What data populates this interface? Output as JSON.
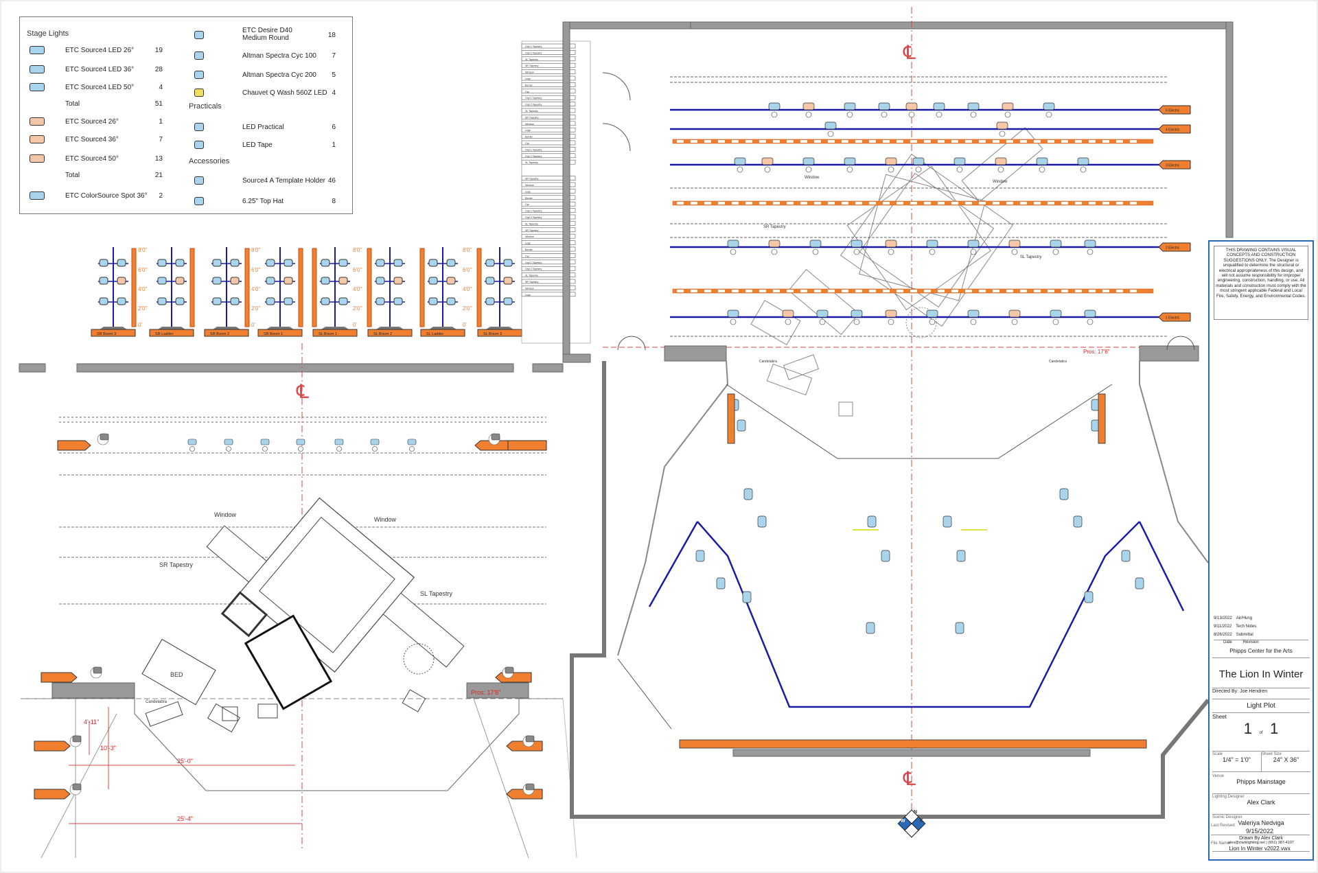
{
  "legend": {
    "groups": {
      "stage_lights": "Stage Lights",
      "practicals": "Practicals",
      "accessories": "Accessories"
    },
    "left_items": [
      {
        "name": "ETC Source4 LED 26°",
        "count": "19",
        "icon": "led-fixture-icon"
      },
      {
        "name": "ETC Source4 LED 36°",
        "count": "28",
        "icon": "led-fixture-icon"
      },
      {
        "name": "ETC Source4 LED 50°",
        "count": "4",
        "icon": "led-fixture-icon"
      },
      {
        "name": "Total",
        "count": "51",
        "icon": ""
      },
      {
        "name": "ETC Source4 26°",
        "count": "1",
        "icon": "ellipsoidal-icon"
      },
      {
        "name": "ETC Source4 36°",
        "count": "7",
        "icon": "ellipsoidal-icon"
      },
      {
        "name": "ETC Source4 50°",
        "count": "13",
        "icon": "ellipsoidal-icon"
      },
      {
        "name": "Total",
        "count": "21",
        "icon": ""
      },
      {
        "name": "ETC ColorSource Spot 36°",
        "count": "2",
        "icon": "colorsource-icon"
      }
    ],
    "right_items": [
      {
        "name": "ETC Desire D40 Medium Round",
        "count": "18",
        "icon": "desire-icon"
      },
      {
        "name": "Altman Spectra Cyc 100",
        "count": "7",
        "icon": "cyc-icon"
      },
      {
        "name": "Altman Spectra Cyc 200",
        "count": "5",
        "icon": "cyc-icon"
      },
      {
        "name": "Chauvet Q Wash 560Z LED",
        "count": "4",
        "icon": "moving-head-icon"
      },
      {
        "name": "LED Practical",
        "count": "6",
        "icon": "practical-icon"
      },
      {
        "name": "LED Tape",
        "count": "1",
        "icon": "led-tape-icon"
      },
      {
        "name": "Source4 A Template Holder",
        "count": "46",
        "icon": "template-holder-icon"
      },
      {
        "name": "6.25\" Top Hat",
        "count": "8",
        "icon": "top-hat-icon"
      }
    ]
  },
  "booms": {
    "heights": [
      "8'0\"",
      "6'0\"",
      "4'0\"",
      "2'0\"",
      "0'"
    ],
    "labels": [
      "SR Boom 3",
      "SR Ladder",
      "SR Boom 2",
      "SR Boom 1",
      "SL Boom 1",
      "SL Boom 2",
      "SL Ladder",
      "SL Boom 3"
    ]
  },
  "scenery": {
    "window": "Window",
    "sr_tapestry": "SR Tapestry",
    "sl_tapestry": "SL Tapestry",
    "candelabra": "Candelabra",
    "pros_mark": "Pros: 17'6\"",
    "dims": [
      "4'-11\"",
      "10'-3\"",
      "25'-0\"",
      "25'-4\""
    ],
    "bed_label": "BED"
  },
  "electrics": [
    "5 Electric",
    "4 Electric",
    "3 Electric",
    "2 Electric",
    "1 Electric"
  ],
  "floor": {
    "fly_labels": [
      "Orpl 1 Tapestry",
      "Orpl 2 Tapestry",
      "SL Tapestry",
      "SR Tapestry",
      "Window",
      "Legs",
      "Border",
      "Cyc"
    ],
    "compass": [
      "N",
      "E",
      "S",
      "W"
    ]
  },
  "title_block": {
    "disclaimer": "THIS DRAWING CONTAINS VISUAL CONCEPTS AND CONSTRUCTION SUGGESTIONS ONLY. The Designer is unqualified to determine the structural or electrical appropriateness of this design, and will not assume responsibility for improper engineering, construction, handling, or use. All materials and construction must comply with the most stringent applicable Federal and Local Fire, Safety, Energy, and Environmental Codes.",
    "revisions": [
      {
        "date": "9/13/2022",
        "desc": "Air/Hung"
      },
      {
        "date": "9/11/2022",
        "desc": "Tech Notes"
      },
      {
        "date": "8/26/2022",
        "desc": "Submittal"
      }
    ],
    "rev_head_date": "Date",
    "rev_head_desc": "Revision",
    "venue_org": "Phipps Center for the Arts",
    "show": "The Lion In Winter",
    "directed_by": "Directed By: Joe Hendren",
    "plate": "Light Plot",
    "sheet_label": "Sheet",
    "sheet_num": "1",
    "sheet_of": "of",
    "sheet_total": "1",
    "scale_label": "Scale",
    "scale": "1/4\" = 1'0\"",
    "size_label": "Sheet Size",
    "size": "24\" X 36\"",
    "venue_label": "Venue",
    "venue": "Phipps Mainstage",
    "ld_label": "Lighting Designer",
    "ld": "Alex Clark",
    "sd_label": "Scenic Designer",
    "sd": "Valeriya Nedviga",
    "drawn": "Drawn By Alex Clark",
    "contact": "alex@clarklighting.net | (651) 387-4107",
    "revised_label": "Last Revised",
    "revised": "9/15/2022",
    "file_label": "File Name",
    "file": "Lion In Winter v2022.vwx"
  }
}
